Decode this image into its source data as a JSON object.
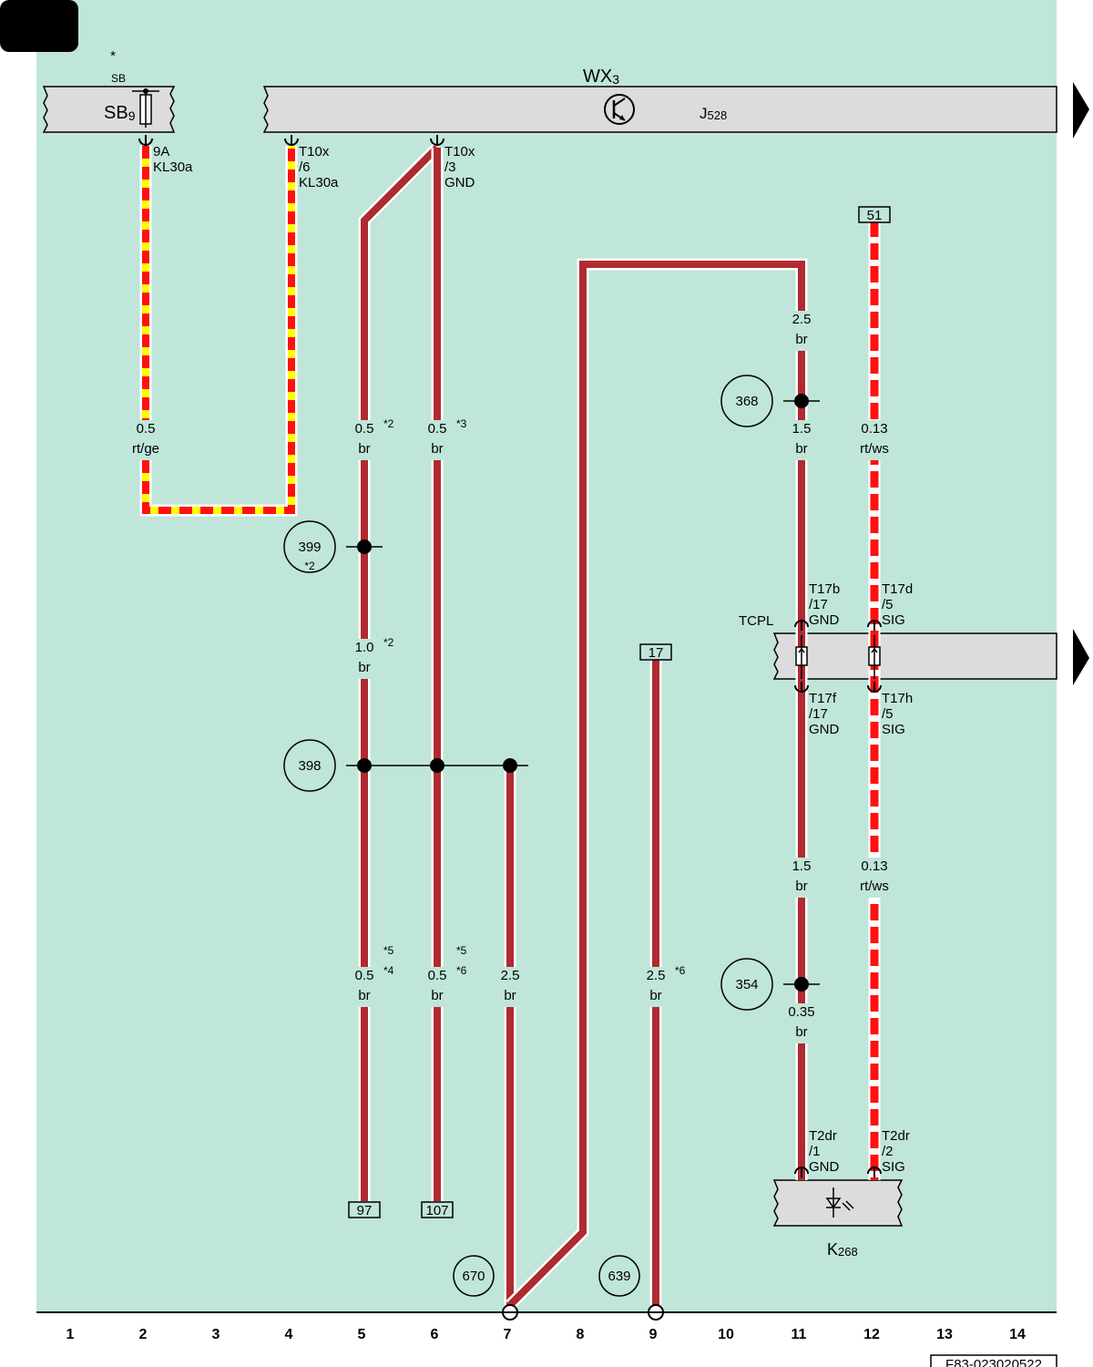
{
  "colors": {
    "background": "#c0e5d9",
    "component_fill": "#dcdcdc",
    "wire_brown": "#b02a30",
    "wire_red": "#ff1010",
    "wire_yellow": "#ffff00",
    "wire_white": "#ffffff"
  },
  "components": {
    "sb_asterisk": "*",
    "sb_group": "SB",
    "sb9": {
      "base": "SB",
      "sub": "9"
    },
    "wx3": {
      "base": "WX",
      "sub": "3"
    },
    "j528": {
      "base": "J",
      "sub": "528"
    },
    "tcpl": "TCPL",
    "k268": {
      "base": "K",
      "sub": "268"
    }
  },
  "pins": [
    {
      "id": "sb9-out",
      "lines": [
        "9A",
        "KL30a"
      ]
    },
    {
      "id": "t10x-6",
      "lines": [
        "T10x",
        "/6",
        "KL30a"
      ]
    },
    {
      "id": "t10x-3",
      "lines": [
        "T10x",
        "/3",
        "GND"
      ]
    },
    {
      "id": "t17b-17",
      "lines": [
        "T17b",
        "/17",
        "GND"
      ]
    },
    {
      "id": "t17d-5",
      "lines": [
        "T17d",
        "/5",
        "SIG"
      ]
    },
    {
      "id": "t17f-17",
      "lines": [
        "T17f",
        "/17",
        "GND"
      ]
    },
    {
      "id": "t17h-5",
      "lines": [
        "T17h",
        "/5",
        "SIG"
      ]
    },
    {
      "id": "t2dr-1",
      "lines": [
        "T2dr",
        "/1",
        "GND"
      ]
    },
    {
      "id": "t2dr-2",
      "lines": [
        "T2dr",
        "/2",
        "SIG"
      ]
    }
  ],
  "wire_labels": [
    {
      "id": "w-col2",
      "size": "0.5",
      "color": "rt/ge",
      "note": ""
    },
    {
      "id": "w-col5-top",
      "size": "0.5",
      "color": "br",
      "note": "*2"
    },
    {
      "id": "w-col6-top",
      "size": "0.5",
      "color": "br",
      "note": "*3"
    },
    {
      "id": "w-col5-mid",
      "size": "1.0",
      "color": "br",
      "note": "*2"
    },
    {
      "id": "w-col5-bot",
      "size": "0.5",
      "color": "br",
      "note": "*5\n*4"
    },
    {
      "id": "w-col6-bot",
      "size": "0.5",
      "color": "br",
      "note": "*5\n*6"
    },
    {
      "id": "w-col7",
      "size": "2.5",
      "color": "br",
      "note": ""
    },
    {
      "id": "w-col9",
      "size": "2.5",
      "color": "br",
      "note": "*6"
    },
    {
      "id": "w-col11-top",
      "size": "2.5",
      "color": "br",
      "note": ""
    },
    {
      "id": "w-col11-b",
      "size": "1.5",
      "color": "br",
      "note": ""
    },
    {
      "id": "w-col12-a",
      "size": "0.13",
      "color": "rt/ws",
      "note": ""
    },
    {
      "id": "w-col11-c",
      "size": "1.5",
      "color": "br",
      "note": ""
    },
    {
      "id": "w-col12-b",
      "size": "0.13",
      "color": "rt/ws",
      "note": ""
    },
    {
      "id": "w-col11-d",
      "size": "0.35",
      "color": "br",
      "note": ""
    }
  ],
  "splices": [
    {
      "id": "399",
      "label": "399",
      "note": "*2"
    },
    {
      "id": "398",
      "label": "398",
      "note": ""
    },
    {
      "id": "368",
      "label": "368",
      "note": ""
    },
    {
      "id": "354",
      "label": "354",
      "note": ""
    },
    {
      "id": "670",
      "label": "670",
      "note": ""
    },
    {
      "id": "639",
      "label": "639",
      "note": ""
    }
  ],
  "refs": [
    {
      "id": "ref-51",
      "label": "51"
    },
    {
      "id": "ref-17",
      "label": "17"
    },
    {
      "id": "ref-97",
      "label": "97"
    },
    {
      "id": "ref-107",
      "label": "107"
    }
  ],
  "columns": [
    "1",
    "2",
    "3",
    "4",
    "5",
    "6",
    "7",
    "8",
    "9",
    "10",
    "11",
    "12",
    "13",
    "14"
  ],
  "doc_id": "F83-023020522"
}
